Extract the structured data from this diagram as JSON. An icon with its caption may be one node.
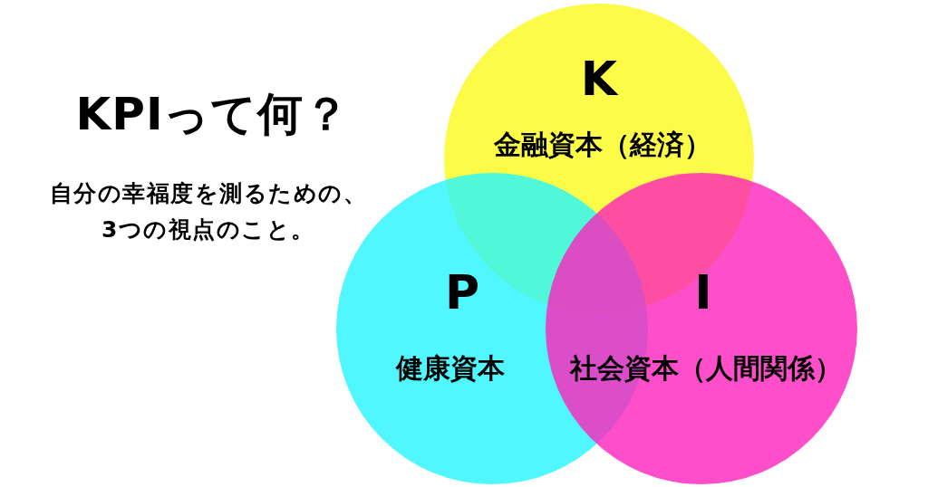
{
  "diagram": {
    "title": "KPIって何？",
    "nodes": [
      {
        "text": [
          "K",
          "金融資本（経済）"
        ]
      },
      {
        "text": [
          "P",
          "健康資本"
        ]
      },
      {
        "text": [
          "I",
          "社会資本（人間関係）"
        ]
      }
    ],
    "labels": [
      "自分の幸福度を測るための、3つの視点のこと。"
    ]
  }
}
